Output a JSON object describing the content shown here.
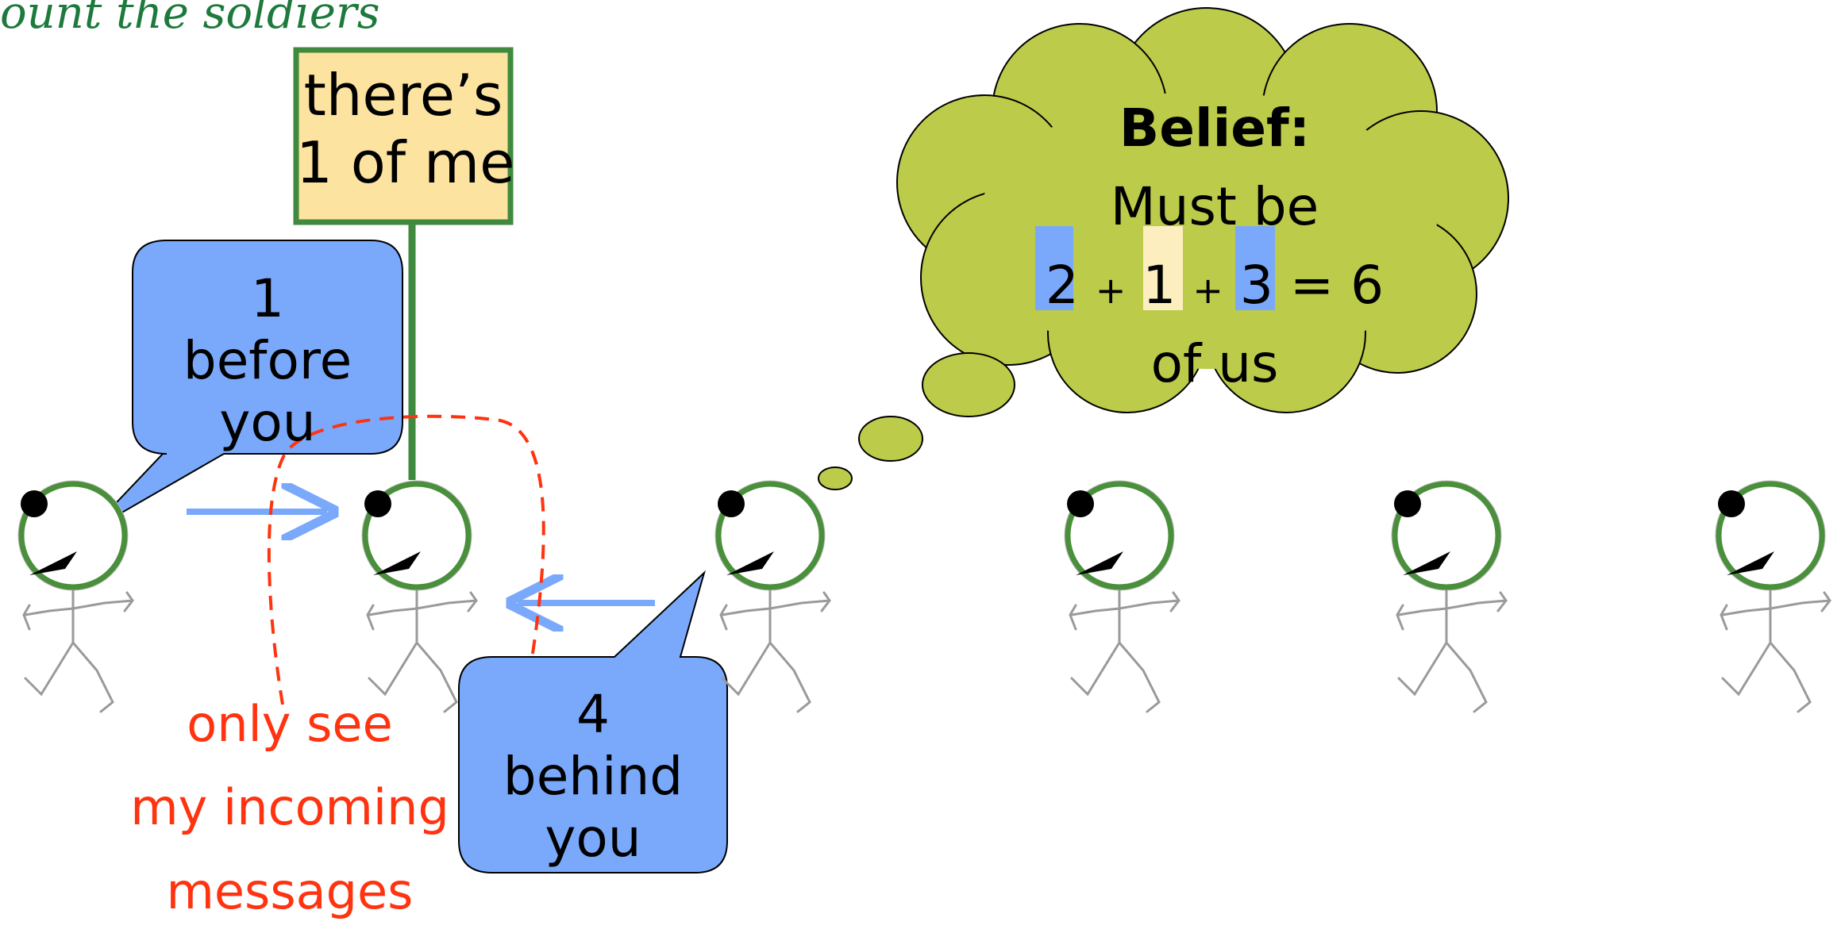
{
  "title": "ount the soldiers",
  "sign": {
    "line1": "there’s",
    "line2": "1 of me"
  },
  "bubble_left": {
    "line1": "1",
    "line2": "before",
    "line3": "you"
  },
  "bubble_right": {
    "line1": "4",
    "line2": "behind",
    "line3": "you"
  },
  "thought": {
    "heading": "Belief:",
    "line2": "Must be",
    "term1": "2",
    "op1": "+",
    "term2": "1",
    "op2": "+",
    "term3": "3",
    "result": "= 6",
    "line4": "of us"
  },
  "note": {
    "line1": "only see",
    "line2": "my incoming",
    "line3": "messages"
  },
  "soldiers": [
    {
      "name": "soldier-1"
    },
    {
      "name": "soldier-2"
    },
    {
      "name": "soldier-3"
    },
    {
      "name": "soldier-4"
    },
    {
      "name": "soldier-5"
    },
    {
      "name": "soldier-6"
    }
  ],
  "colors": {
    "title": "#1d7a3c",
    "sign_fill": "#fde3a0",
    "sign_border": "#3f8a3f",
    "bubble_fill": "#7aa9fb",
    "thought_fill": "#bccb4a",
    "highlight_blue": "#7aa9fb",
    "highlight_cream": "#fdeec0",
    "note_text": "#ff3310",
    "dashed_path": "#ff3310",
    "arrow": "#7aa9fb",
    "head_ring": "#4a8f3b"
  }
}
